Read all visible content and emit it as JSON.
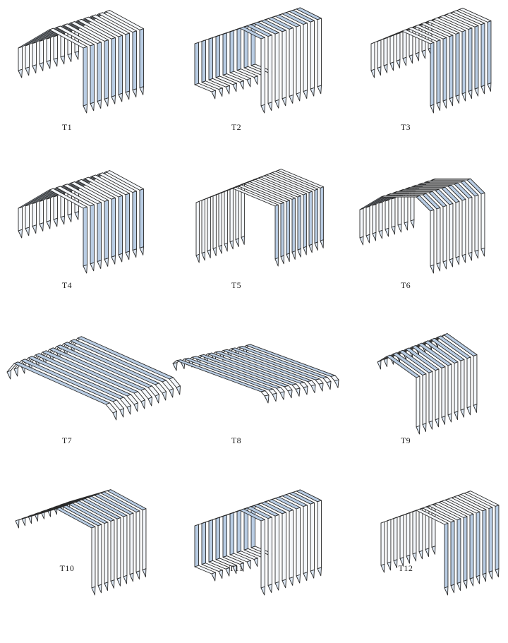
{
  "title": "",
  "palette": {
    "stroke": "#2a2a2a",
    "face_light": "#f4f7fb",
    "face_blue": "#b9cde4",
    "face_mid": "#dbe6f2"
  },
  "items": [
    {
      "label": "T1",
      "shape": "roof-arch"
    },
    {
      "label": "T2",
      "shape": "flat-hooks"
    },
    {
      "label": "T3",
      "shape": "flat-hooked-leg"
    },
    {
      "label": "T4",
      "shape": "roof-arch"
    },
    {
      "label": "T5",
      "shape": "frame-window"
    },
    {
      "label": "T6",
      "shape": "roof-arch-low"
    },
    {
      "label": "T7",
      "shape": "flat-long"
    },
    {
      "label": "T8",
      "shape": "flat-thin"
    },
    {
      "label": "T9",
      "shape": "flat-hook-right"
    },
    {
      "label": "T10",
      "shape": "flat-leg-right"
    },
    {
      "label": "T11",
      "shape": "flat-hooks"
    },
    {
      "label": "T12",
      "shape": "flat-legs"
    }
  ]
}
